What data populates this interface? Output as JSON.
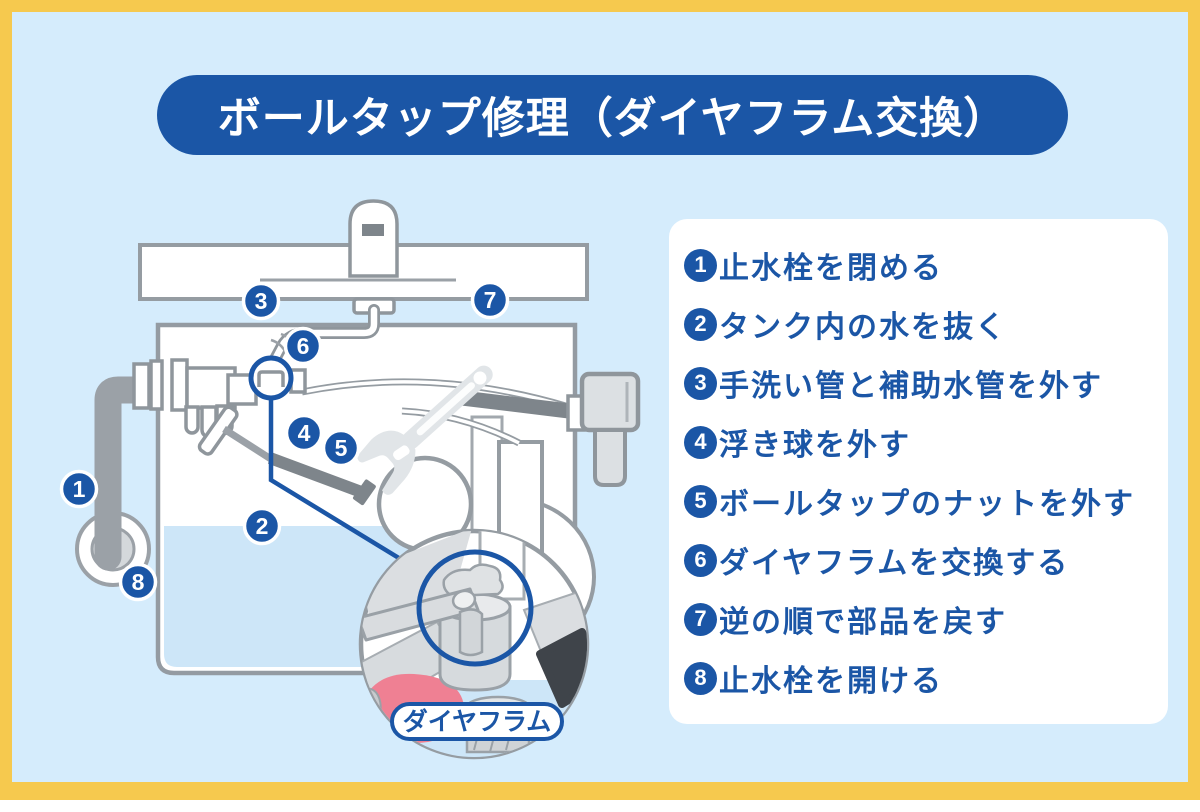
{
  "title": "ボールタップ修理（ダイヤフラム交換）",
  "steps": [
    {
      "num": "1",
      "text": "止水栓を閉める"
    },
    {
      "num": "2",
      "text": "タンク内の水を抜く"
    },
    {
      "num": "3",
      "text": "手洗い管と補助水管を外す"
    },
    {
      "num": "4",
      "text": "浮き球を外す"
    },
    {
      "num": "5",
      "text": "ボールタップのナットを外す"
    },
    {
      "num": "6",
      "text": "ダイヤフラムを交換する"
    },
    {
      "num": "7",
      "text": "逆の順で部品を戻す"
    },
    {
      "num": "8",
      "text": "止水栓を開ける"
    }
  ],
  "diagram": {
    "markers": [
      "1",
      "2",
      "3",
      "4",
      "5",
      "6",
      "7",
      "8"
    ],
    "magnifier_label": "ダイヤフラム"
  },
  "colors": {
    "frame_yellow": "#F6C94E",
    "background_blue": "#D5ECFC",
    "accent_blue": "#1B56A6",
    "water_blue": "#CDE6F8",
    "diaphragm_pink": "#EF8093",
    "outline_gray": "#8F969C",
    "dark_gray_part": "#3F444A",
    "panel_white": "#FFFFFF"
  }
}
